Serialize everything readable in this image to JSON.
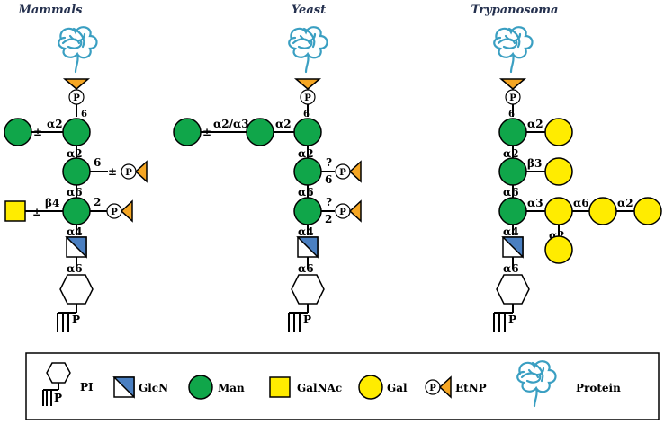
{
  "panels": [
    {
      "title": "Mammals"
    },
    {
      "title": "Yeast"
    },
    {
      "title": "Trypanosoma"
    }
  ],
  "mammals": {
    "l_a2": "α2",
    "l_6top": "6",
    "pm1": "±",
    "l_a2b": "α2",
    "l_6b": "6",
    "pm2": "±",
    "l_a6": "α6",
    "l_b4": "β4",
    "pm3": "±",
    "l_2": "2",
    "l_a4": "α4",
    "l_a6b": "α6",
    "p": "P"
  },
  "yeast": {
    "l_a2a3": "α2/α3",
    "pm1": "±",
    "l_a2": "α2",
    "l_6top": "6",
    "l_a2b": "α2",
    "q1": "?",
    "n6": "6",
    "l_a6": "α6",
    "q2": "?",
    "n2": "2",
    "l_a4": "α4",
    "l_a6b": "α6",
    "p": "P"
  },
  "trypanosoma": {
    "l_6top": "6",
    "l_a2": "α2",
    "l_a2b": "α2",
    "l_b3": "β3",
    "l_a6": "α6",
    "l_a3": "α3",
    "l_a6c": "α6",
    "l_a2c": "α2",
    "l_a2d": "α2",
    "l_a4": "α4",
    "l_a6b": "α6",
    "p": "P"
  },
  "legend": {
    "pi": "PI",
    "glcn": "GlcN",
    "man": "Man",
    "galnac": "GalNAc",
    "gal": "Gal",
    "etnp": "EtNP",
    "protein": "Protein",
    "p": "P"
  },
  "phosphate": "P",
  "colors": {
    "man": "#10a64a",
    "gal": "#ffec00",
    "galnac": "#ffec00",
    "etnp_triangle": "#f5a623",
    "glcn": "#4a7fc1",
    "protein": "#3a9fc2",
    "title": "#24304e"
  }
}
